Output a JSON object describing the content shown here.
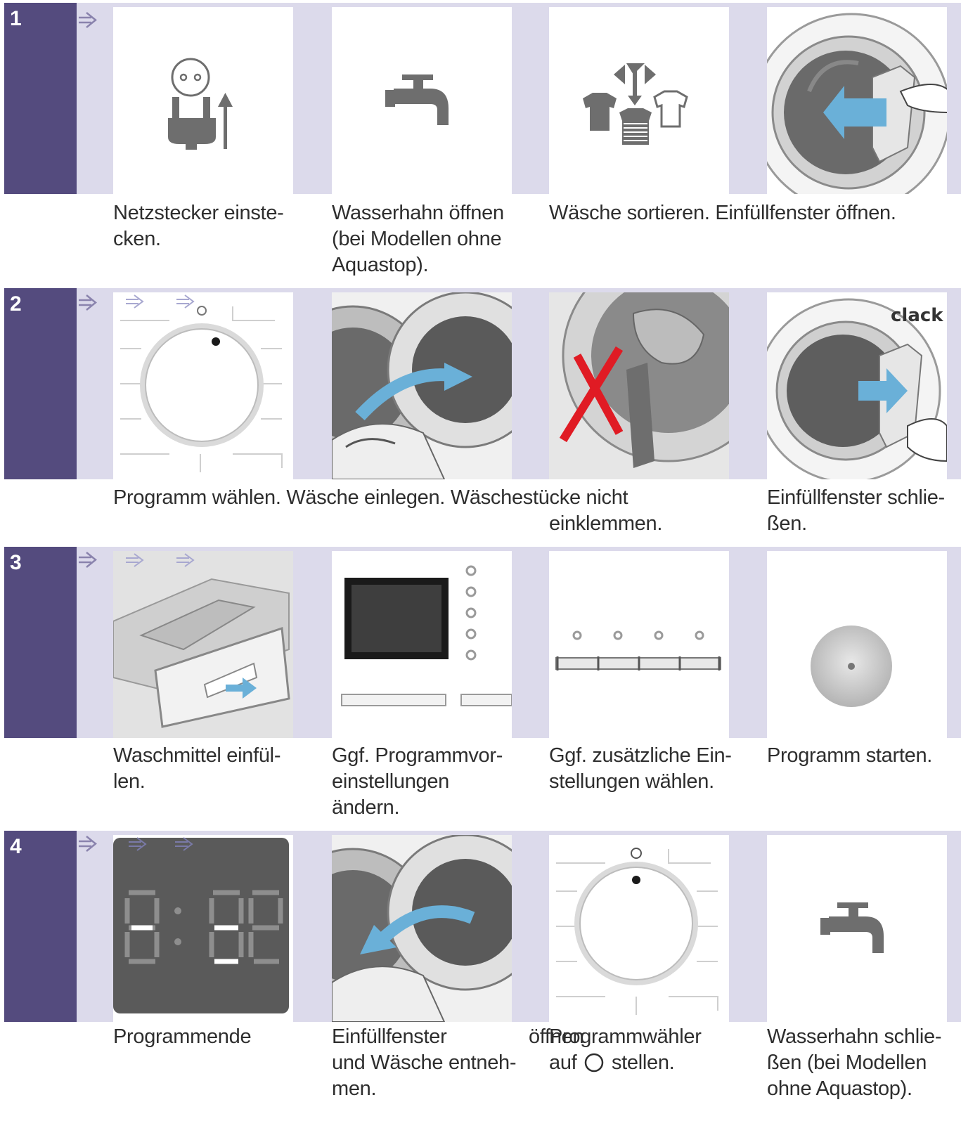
{
  "steps": [
    {
      "number": "1",
      "captions": {
        "c1": [
          "Netzstecker einste-",
          "cken."
        ],
        "c2": [
          "Wasserhahn öffnen",
          "(bei Modellen ohne",
          "Aquastop)."
        ],
        "c3": [
          "Wäsche sortieren. Einfüllfenster öffnen."
        ]
      }
    },
    {
      "number": "2",
      "captions": {
        "c1": [
          "Programm wählen. Wäsche einlegen. Wäschestücke nicht"
        ],
        "c2": [
          "einklemmen."
        ],
        "c3": [
          "Einfüllfenster schlie-",
          "ßen."
        ]
      },
      "clack_label": "clack"
    },
    {
      "number": "3",
      "captions": {
        "c1": [
          "Waschmittel einfül-",
          "len."
        ],
        "c2": [
          "Ggf. Programmvor-",
          "einstellungen",
          "ändern."
        ],
        "c3": [
          "Ggf. zusätzliche Ein-",
          "stellungen wählen."
        ],
        "c4": [
          "Programm starten."
        ]
      }
    },
    {
      "number": "4",
      "captions": {
        "c1": [
          "Programmende"
        ],
        "c2": [
          "Einfüllfenster",
          "und Wäsche entneh-",
          "men."
        ],
        "c2b": "öffnen",
        "c3": [
          "Programmwähler",
          "auf",
          "stellen."
        ],
        "c4": [
          "Wasserhahn schlie-",
          "ßen (bei Modellen",
          "ohne Aquastop)."
        ]
      }
    }
  ],
  "colors": {
    "band": "#dcdaeb",
    "number_block": "#544b7e",
    "icon_gray": "#6e6e6e",
    "blue_arrow": "#6ab0d8",
    "red_cross": "#e01b24"
  }
}
